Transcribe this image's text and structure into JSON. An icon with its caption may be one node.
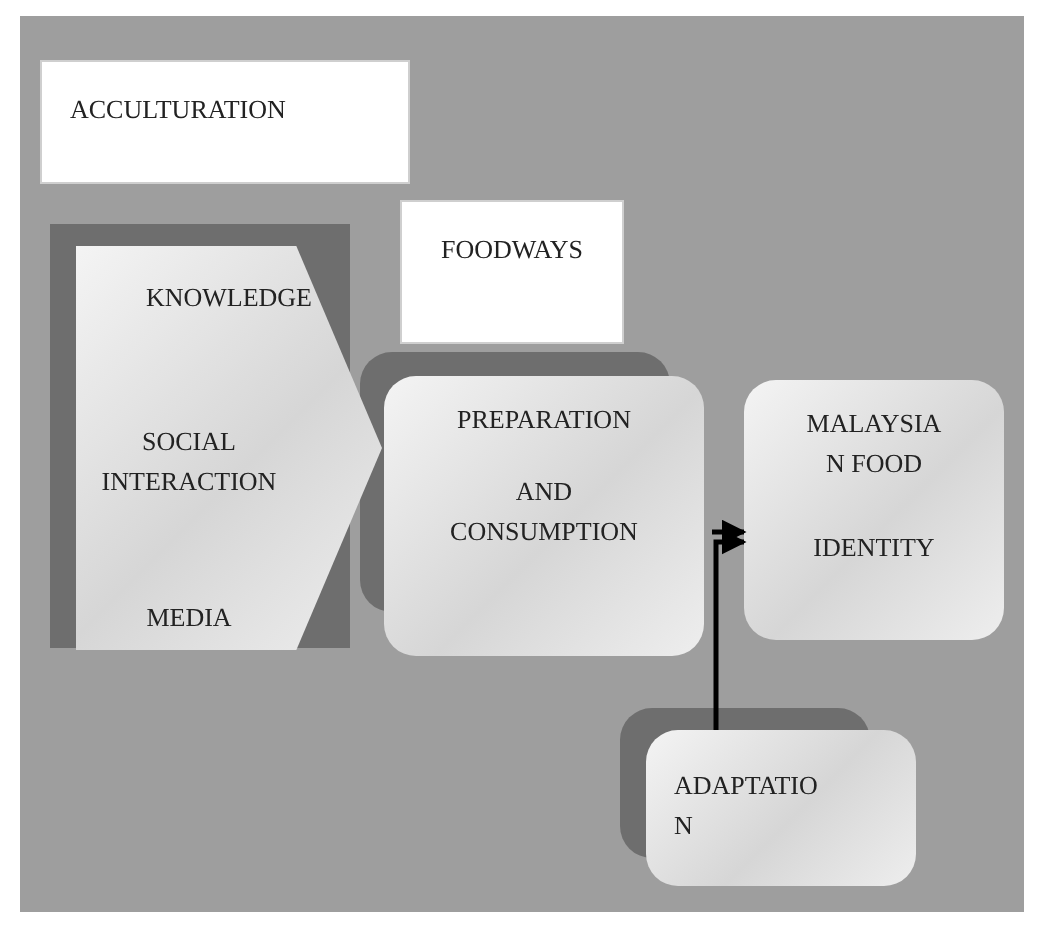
{
  "diagram": {
    "nodes": [
      {
        "text": [
          "ACCULTURATION"
        ]
      },
      {
        "text": [
          "KNOWLEDGE",
          "SOCIAL INTERACTION",
          "MEDIA"
        ]
      },
      {
        "text": [
          "FOODWAYS"
        ]
      },
      {
        "text": [
          "PREPARATION",
          "AND CONSUMPTION"
        ]
      },
      {
        "text": [
          "MALAYSIA N FOOD",
          "IDENTITY"
        ]
      },
      {
        "text": [
          "ADAPTATIO N"
        ]
      }
    ],
    "edges": [
      {
        "from": 3,
        "to": 4,
        "arrow": "to"
      },
      {
        "from": 5,
        "to": 4,
        "arrow": "to"
      }
    ]
  }
}
